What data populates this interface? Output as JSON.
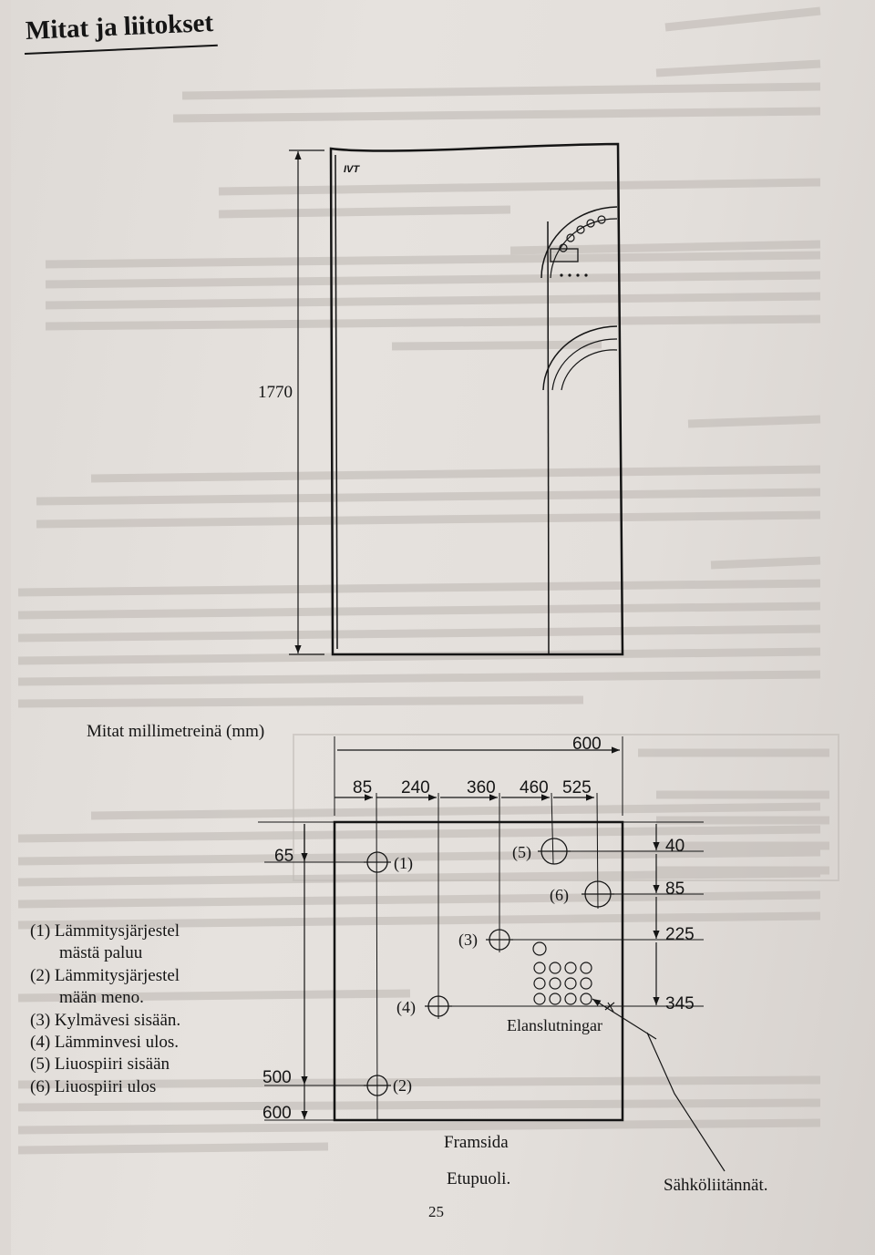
{
  "page": {
    "title": "Mitat ja liitokset",
    "page_number": "25"
  },
  "unit_caption": "Mitat millimetreinä (mm)",
  "front_view": {
    "brand": "IVT",
    "height_label": "1770"
  },
  "top_view": {
    "width_label": "600",
    "x_dimensions": [
      "85",
      "240",
      "360",
      "460",
      "525"
    ],
    "left_dimensions": [
      "65",
      "500",
      "600"
    ],
    "right_dimensions": [
      "40",
      "85",
      "225",
      "345"
    ],
    "connection_labels": [
      "(1)",
      "(2)",
      "(3)",
      "(4)",
      "(5)",
      "(6)"
    ],
    "electrical_label": "Elanslutningar",
    "front_label_sv": "Framsida",
    "front_label_fi": "Etupuoli.",
    "electrical_label_fi": "Sähköliitännät."
  },
  "legend": [
    {
      "line1": "(1) Lämmitysjärjestel",
      "line2": "mästä paluu"
    },
    {
      "line1": "(2) Lämmitysjärjestel",
      "line2": "mään meno."
    },
    {
      "line1": "(3) Kylmävesi sisään.",
      "line2": ""
    },
    {
      "line1": "(4) Lämminvesi ulos.",
      "line2": ""
    },
    {
      "line1": "(5) Liuospiiri sisään",
      "line2": ""
    },
    {
      "line1": "(6) Liuospiiri ulos",
      "line2": ""
    }
  ]
}
